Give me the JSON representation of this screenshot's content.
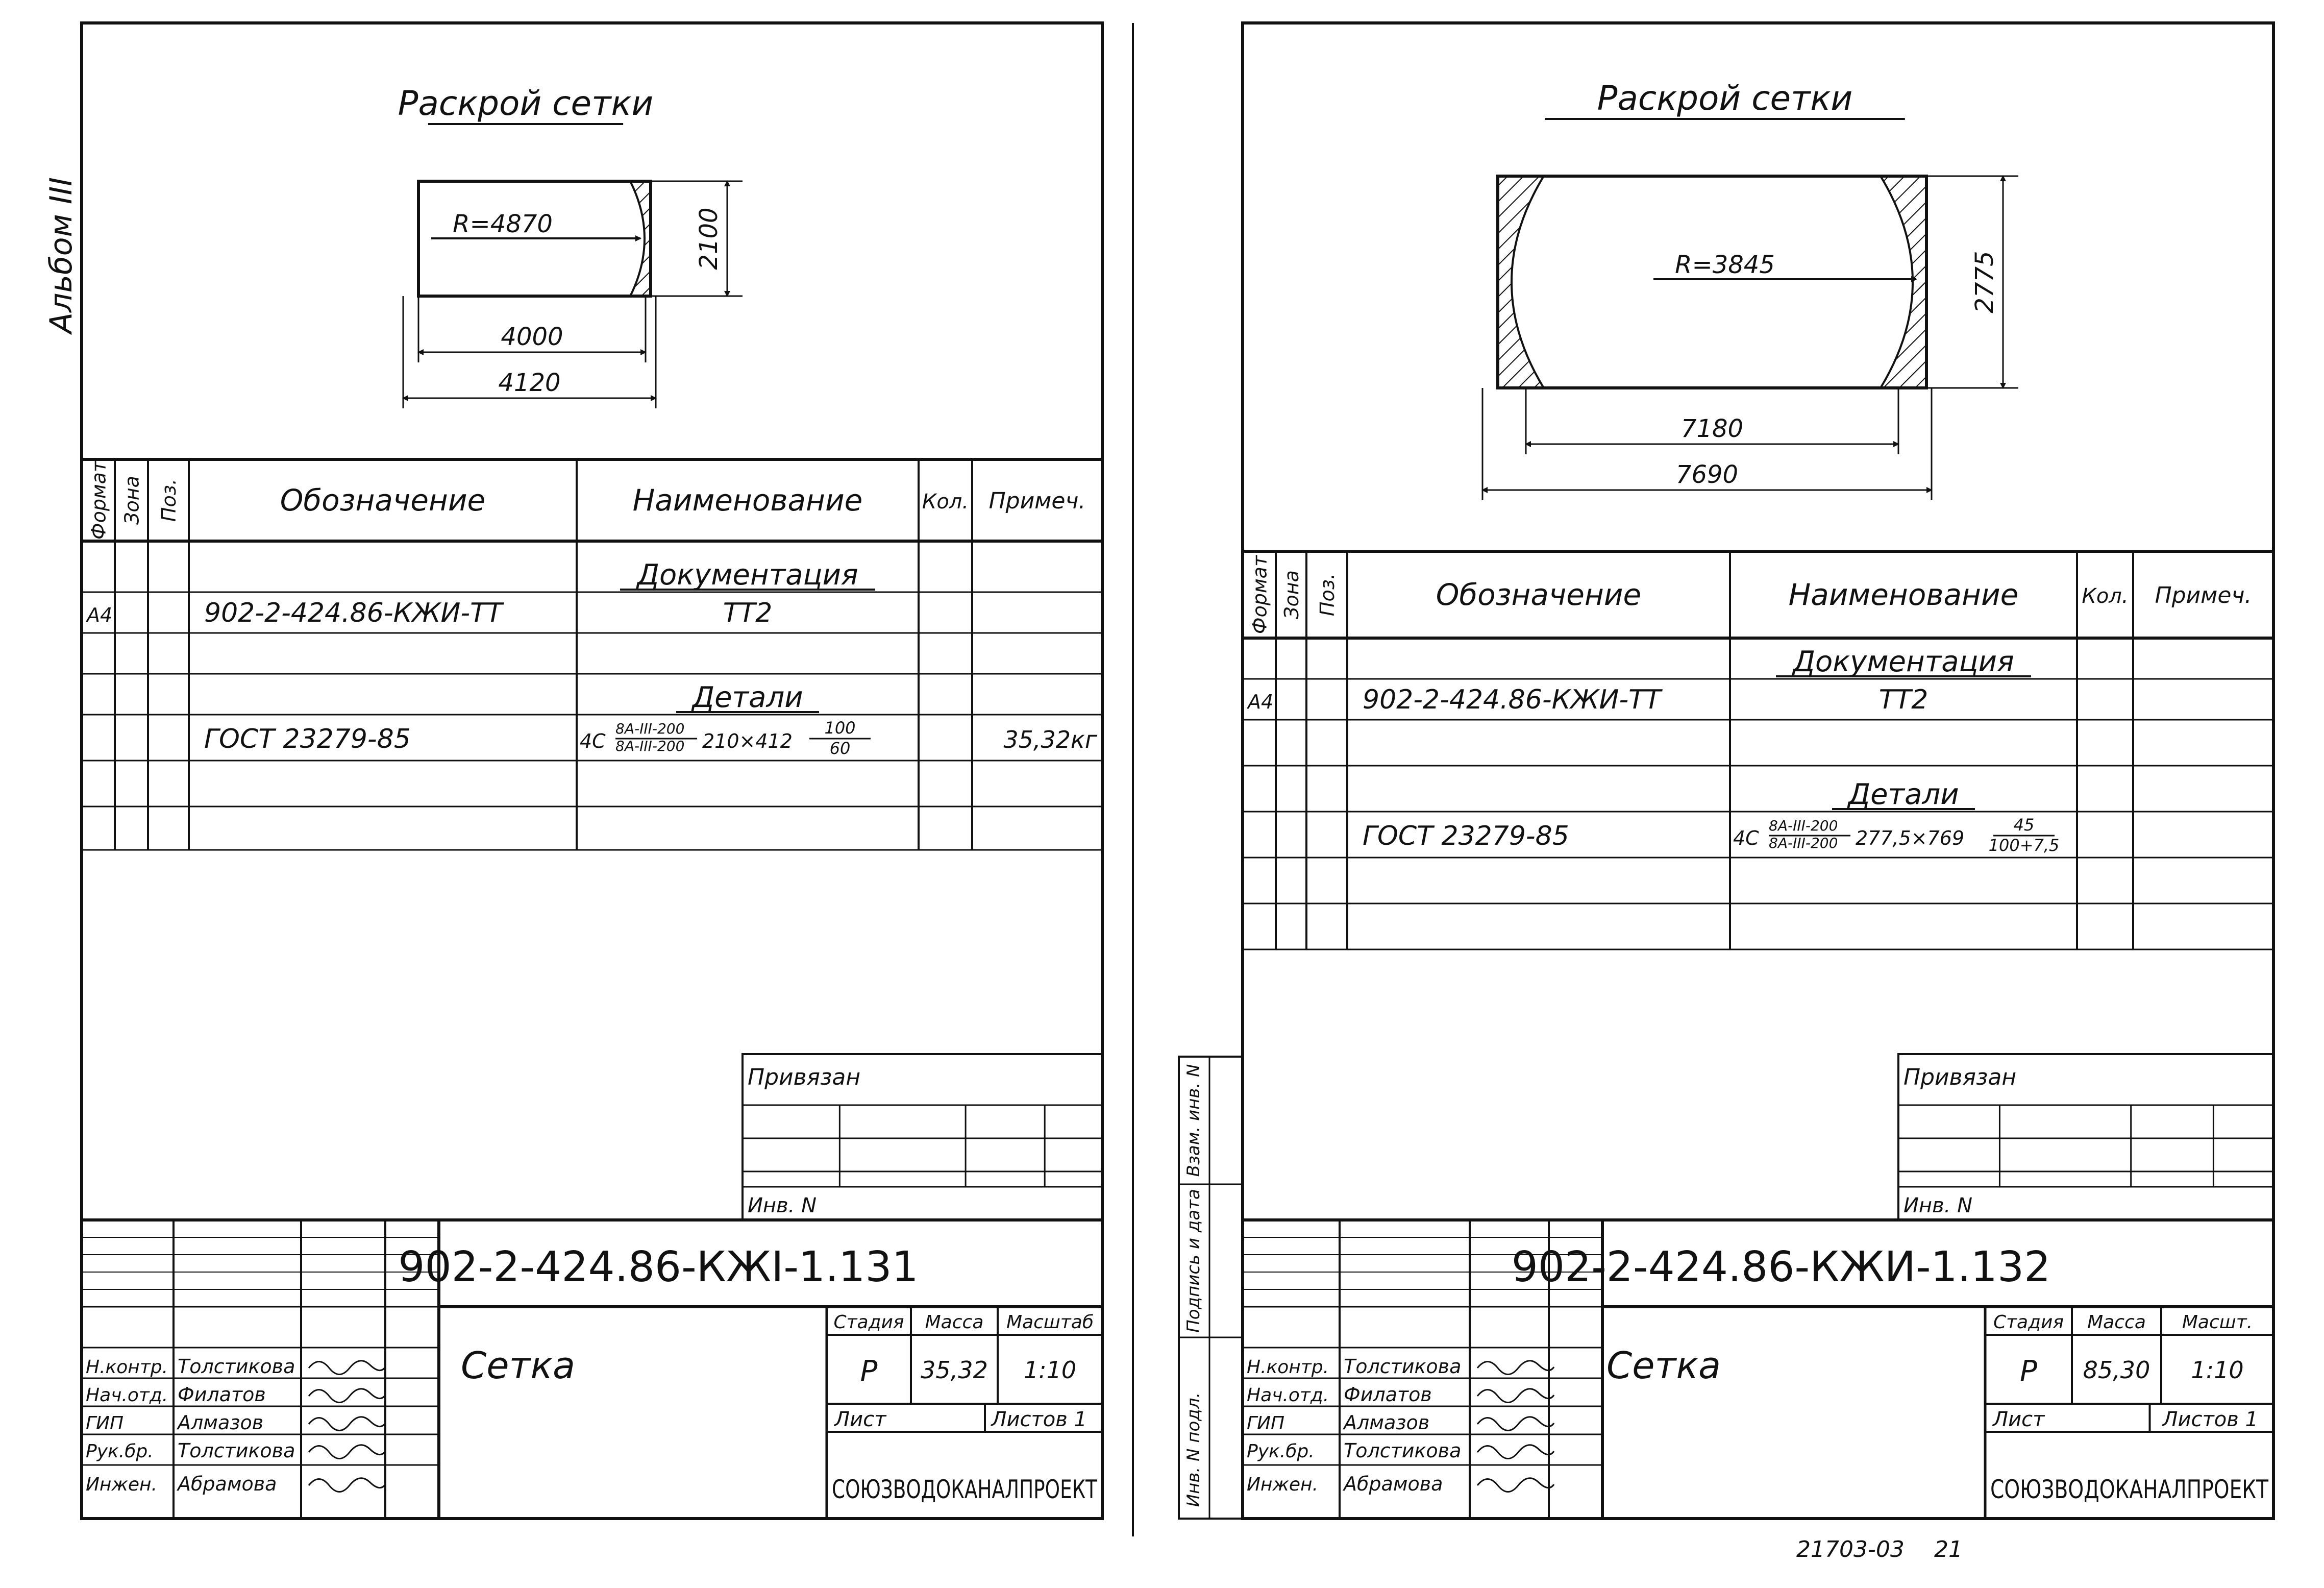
{
  "album_label": "Альбом III",
  "bottom_code": "21703-03",
  "bottom_page": "21",
  "side_stamp": [
    "Инв. N подл.",
    "Подпись и дата",
    "Взам. инв. N"
  ],
  "sheets": [
    {
      "cutting_title": "Раскрой сетки",
      "dims": {
        "radius": "R=4870",
        "height": "2100",
        "inner": "4000",
        "outer": "4120"
      },
      "spec_headers": {
        "format": "Формат",
        "zone": "Зона",
        "pos": "Поз.",
        "designation": "Обозначение",
        "name": "Наименование",
        "qty": "Кол.",
        "note": "Примеч."
      },
      "section_docs": "Документация",
      "row_doc": {
        "format": "А4",
        "designation": "902-2-424.86-КЖИ-ТТ",
        "name": "ТТ2"
      },
      "section_parts": "Детали",
      "row_part": {
        "designation": "ГОСТ 23279-85",
        "prefix": "4С",
        "frac_num": "8А-III-200",
        "frac_den": "8А-III-200",
        "size": "210×412",
        "sub_num": "100",
        "sub_den": "60",
        "note": "35,32кг"
      },
      "privyazan": "Привязан",
      "inv_n": "Инв. N",
      "doc_code": "902-2-424.86-КЖI-1.131",
      "item_name": "Сетка",
      "stage_label": "Стадия",
      "mass_label": "Масса",
      "scale_label": "Масштаб",
      "stage": "Р",
      "mass": "35,32",
      "scale": "1:10",
      "sheet_label": "Лист",
      "sheets_label": "Листов 1",
      "org": "СОЮЗВОДОКАНАЛПРОЕКТ",
      "signers": [
        {
          "role": "Н.контр.",
          "name": "Толстикова"
        },
        {
          "role": "Нач.отд.",
          "name": "Филатов"
        },
        {
          "role": "ГИП",
          "name": "Алмазов"
        },
        {
          "role": "Рук.бр.",
          "name": "Толстикова"
        },
        {
          "role": "Инжен.",
          "name": "Абрамова"
        }
      ]
    },
    {
      "cutting_title": "Раскрой сетки",
      "dims": {
        "radius": "R=3845",
        "height": "2775",
        "inner": "7180",
        "outer": "7690"
      },
      "spec_headers": {
        "format": "Формат",
        "zone": "Зона",
        "pos": "Поз.",
        "designation": "Обозначение",
        "name": "Наименование",
        "qty": "Кол.",
        "note": "Примеч."
      },
      "section_docs": "Документация",
      "row_doc": {
        "format": "А4",
        "designation": "902-2-424.86-КЖИ-ТТ",
        "name": "ТТ2"
      },
      "section_parts": "Детали",
      "row_part": {
        "designation": "ГОСТ 23279-85",
        "prefix": "4С",
        "frac_num": "8А-III-200",
        "frac_den": "8А-III-200",
        "size": "277,5×769",
        "sub_num": "45",
        "sub_den": "100+7,5",
        "note": ""
      },
      "privyazan": "Привязан",
      "inv_n": "Инв. N",
      "doc_code": "902-2-424.86-КЖИ-1.132",
      "item_name": "Сетка",
      "stage_label": "Стадия",
      "mass_label": "Масса",
      "scale_label": "Масшт.",
      "stage": "Р",
      "mass": "85,30",
      "scale": "1:10",
      "sheet_label": "Лист",
      "sheets_label": "Листов 1",
      "org": "СОЮЗВОДОКАНАЛПРОЕКТ",
      "signers": [
        {
          "role": "Н.контр.",
          "name": "Толстикова"
        },
        {
          "role": "Нач.отд.",
          "name": "Филатов"
        },
        {
          "role": "ГИП",
          "name": "Алмазов"
        },
        {
          "role": "Рук.бр.",
          "name": "Толстикова"
        },
        {
          "role": "Инжен.",
          "name": "Абрамова"
        }
      ]
    }
  ]
}
